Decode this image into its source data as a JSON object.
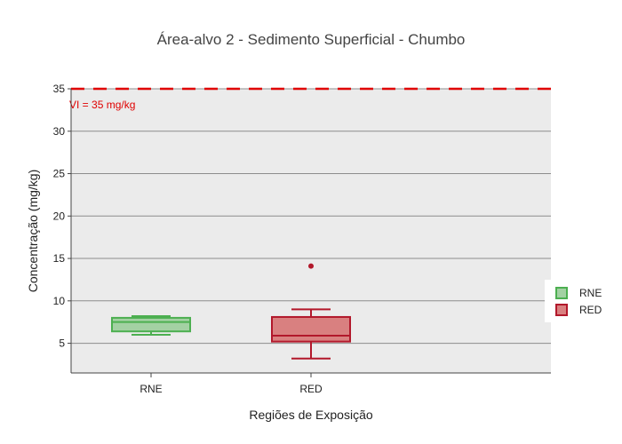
{
  "chart_data": {
    "type": "box",
    "title": "Área-alvo 2 - Sedimento Superficial - Chumbo",
    "xlabel": "Regiões de Exposição",
    "ylabel": "Concentração (mg/kg)",
    "ylim": [
      1.5,
      35
    ],
    "yticks": [
      5,
      10,
      15,
      20,
      25,
      30,
      35
    ],
    "categories": [
      "RNE",
      "RED"
    ],
    "grid": true,
    "legend_position": "right",
    "series": [
      {
        "name": "RNE",
        "category": "RNE",
        "min": 6.0,
        "q1": 6.4,
        "median": 7.5,
        "q3": 8.0,
        "max": 8.2,
        "outliers": [],
        "fill": "#a3d1a3",
        "line": "#4caf50"
      },
      {
        "name": "RED",
        "category": "RED",
        "min": 3.2,
        "q1": 5.2,
        "median": 5.9,
        "q3": 8.1,
        "max": 9.0,
        "outliers": [
          14.1
        ],
        "fill": "#d98080",
        "line": "#b2182b"
      }
    ],
    "reference_line": {
      "value": 35,
      "label": "VI = 35 mg/kg",
      "color": "#e00000"
    }
  }
}
